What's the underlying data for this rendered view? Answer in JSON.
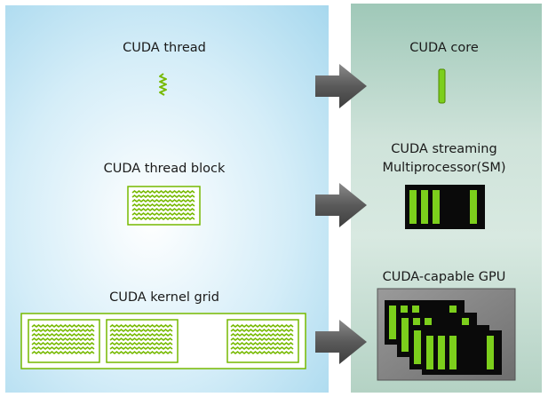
{
  "left": {
    "thread_label": "CUDA thread",
    "block_label": "CUDA thread block",
    "grid_label": "CUDA kernel grid",
    "grid_ellipsis": "..."
  },
  "right": {
    "core_label": "CUDA core",
    "sm_label_line1": "CUDA streaming",
    "sm_label_line2": "Multiprocessor(SM)",
    "gpu_label": "CUDA-capable GPU"
  },
  "colors": {
    "accent_green": "#76b900",
    "arrow_gray": "#606060",
    "chip_black": "#0a0a0a"
  }
}
